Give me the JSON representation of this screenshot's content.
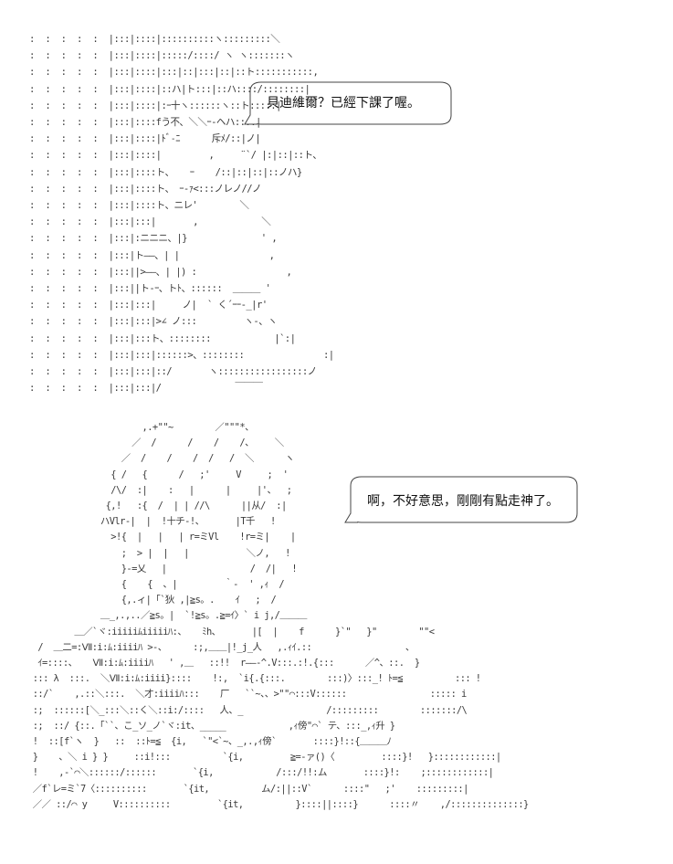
{
  "panel_top": {
    "speech": "貝迪維爾？已經下課了喔。",
    "art": ":  :  :  :  :  |:::|::::|::::::::::ヽ:::::::::＼\n:  :  :  :  :  |:::|::::|:::::/::::/ ヽ ヽ:::::::ヽ\n:  :  :  :  :  |:::|::::|:::|::|:::|::|::ト:::::::::::,\n:  :  :  :  :  |:::|::::|::ハ|ト:::|::ハ::::/::::::::|\n:  :  :  :  :  |:::|::::|:ｰ十ヽ::::::ヽ::ト:::::|\n:  :  :  :  :  |:::|::::fう不、＼＼ｰ-ヘハ::::|\n:  :  :  :  :  |:::|::::|ﾄﾞ˗ﾆ      斥ﾒ/::|ノ|\n:  :  :  :  :  |:::|::::|         ,     ¨`/ |:|::|::ト、\n:  :  :  :  :  |:::|::::ト、   ｰ    /::|::|::|::ノハ}\n:  :  :  :  :  |:::|::::ト、 ｰ-ｧ<:::ノレノ//ノ\n:  :  :  :  :  |:::|::::ト、ニレ'        ＼\n:  :  :  :  :  |:::|:::|       ,            ＼\n:  :  :  :  :  |:::|:ニニニ、|}              ' ,\n:  :  :  :  :  |:::|ト――、| |                 ,\n:  :  :  :  :  |:::||>――、| |) :                 ,\n:  :  :  :  :  |:::||ト-ｰ、トﾄ、::::::  ＿＿＿ '\n:  :  :  :  :  |:::|:::|     ノ|  ` く´ｰｰ-_|r'\n:  :  :  :  :  |:::|:::|>∠ ノ:::         ヽ-、ヽ\n:  :  :  :  :  |:::|:::ト、::::::::            |`:|\n:  :  :  :  :  |:::|:::|::::::>、::::::::               :|\n:  :  :  :  :  |:::|:::|::/       ヽ:::::::::::::::::ノ\n:  :  :  :  :  |:::|:::|/              ￣￣￣"
  },
  "panel_bottom": {
    "speech": "啊，不好意思，剛剛有點走神了。",
    "art": "                      ,.+\"\"~        ／\"\"\"*、\n                    ／  /      /    /    /、    ＼\n                  ／  /    /    /  /   /  ＼      ヽ\n                { /   {      /   ;'     V     ;  '\n                /\\/  :|    :   |      |     |'、  ;\n               {,!   :{  /  | | //\\      ||从/  :|\n              ハVlr-|  |  !十チ-!、      |T千   !\n                >!{  |   |   | r=ミVl    !r=ミ|    |\n                  ;  > |  |   |           ＼ノ,   !\n                  }-=乂   |                /  /|   !\n                  {    {  、|         ｀-  ' ,ｨ  /\n                  {,.ィ|「`狄 ,|≧s。.    ｲ   ;  /\n              ＿_,.,..／≧s。|  `!≧s。.≧=ｲ〉` i j,/＿＿＿\n         ＿／`ヾ:iiiiiﾑiiiiiﾊ:、   ﾐh、      |[  |    f      }`\"   }\"        \"\"<\n  /  ＿二=:Ⅶ:i:ﾑ:iiiiﾊ >-、     :;,＿＿|!_j_人   ,.ｨｲ.::                  、\n  ｲ=::::、   Ⅶ:i:ﾑ:iiiiﾊ   ' ,＿   ::!!  r――‐^.V:::.:!.{:::      ／^、::.  }\n ::: λ  :::.  ＼Ⅶ:i:ﾑ:iiii}::::    !:,  `i{.{:::.        :::)〉:::_! ﾄ=≦          ::: !\n ::/`    ,.::＼:::.  ＼才:iiiiﾊ:::    厂   ``~、、>\"\"⌒:::V::::::                ::::: i\n :;  ::::::[＼_:::＼::く＼::i:/::::   人、_                /:::::::::        :::::::/\\\n :;  ::/ {::.「``、こ_ソ_ノ`ヾ:it、_____            ,ｨ傍\"⌒` テ、:::_,ｨ升 }\n !  ::[f`ヽ  }   ::  ::ﾄ=≦  {i,   `\"<`~、_,.,ｨ傍`       ::::}!::{＿＿＿ﾉ\n }    、＼ i } }     ::i!:::          `{i,         ≧=-ァ()〈         ::::}!   }::::::::::::|\n !    ,-`⌒＼::::::/::::::       `{i,            /:::/!!:ム       ::::}!:    ;::::::::::::|\n ／f`レ=ミ`7〈::::::::::       `{it,          ム/:||::V`      ::::\"   ;'    :::::::::|\n ／／ ::/⌒ y     V::::::::::         `{it,          }::::||::::}      ::::〃    ,/::::::::::::::}"
  }
}
